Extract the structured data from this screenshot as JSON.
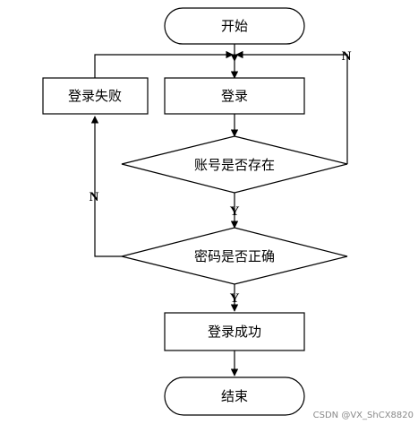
{
  "nodes": {
    "start": "开始",
    "login": "登录",
    "login_failed": "登录失败",
    "account_exists": "账号是否存在",
    "password_correct": "密码是否正确",
    "login_success": "登录成功",
    "end": "结束"
  },
  "edge_labels": {
    "account_no": "N",
    "account_yes": "Y",
    "password_no": "N",
    "password_yes": "Y"
  },
  "watermark": "CSDN @VX_ShCX8820"
}
